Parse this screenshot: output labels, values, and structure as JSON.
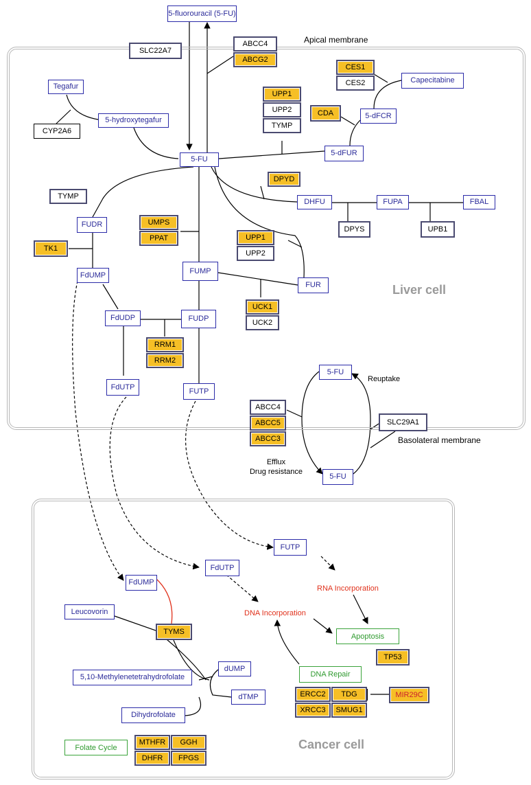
{
  "labels": {
    "apical_membrane": "Apical membrane",
    "basolateral_membrane": "Basolateral membrane",
    "liver_cell": "Liver cell",
    "cancer_cell": "Cancer cell",
    "reuptake": "Reuptake",
    "efflux": "Efflux",
    "drug_resistance": "Drug resistance",
    "rna_incorporation": "RNA Incorporation",
    "dna_incorporation": "DNA Incorporation"
  },
  "metabolites": {
    "fu_top": "5-fluorouracil (5-FU)",
    "tegafur": "Tegafur",
    "hydroxytegafur": "5-hydroxytegafur",
    "fu_center": "5-FU",
    "capecitabine": "Capecitabine",
    "dfcr": "5-dFCR",
    "dfur": "5-dFUR",
    "dhfu": "DHFU",
    "fupa": "FUPA",
    "fbal": "FBAL",
    "fudr": "FUDR",
    "fdump_liver": "FdUMP",
    "fump": "FUMP",
    "fur": "FUR",
    "fdudp": "FdUDP",
    "fudp": "FUDP",
    "fdutp_liver": "FdUTP",
    "futp_liver": "FUTP",
    "fu_reuptake": "5-FU",
    "fu_efflux": "5-FU",
    "futp_cancer": "FUTP",
    "fdutp_cancer": "FdUTP",
    "fdump_cancer": "FdUMP",
    "leucovorin": "Leucovorin",
    "methylene_thf": "5,10-Methylenetetrahydrofolate",
    "dump": "dUMP",
    "dtmp": "dTMP",
    "dihydrofolate": "Dihydrofolate"
  },
  "processes": {
    "apoptosis": "Apoptosis",
    "dna_repair": "DNA Repair",
    "folate_cycle": "Folate Cycle"
  },
  "genes": {
    "slc22a7": "SLC22A7",
    "abcc4_top": "ABCC4",
    "abcg2": "ABCG2",
    "ces1": "CES1",
    "ces2": "CES2",
    "cyp2a6": "CYP2A6",
    "upp1_top": "UPP1",
    "upp2_top": "UPP2",
    "tymp_top": "TYMP",
    "cda": "CDA",
    "dpyd": "DPYD",
    "tymp_left": "TYMP",
    "dpys": "DPYS",
    "upb1": "UPB1",
    "umps": "UMPS",
    "ppat": "PPAT",
    "upp1_mid": "UPP1",
    "upp2_mid": "UPP2",
    "tk1": "TK1",
    "uck1": "UCK1",
    "uck2": "UCK2",
    "rrm1": "RRM1",
    "rrm2": "RRM2",
    "abcc4_bottom": "ABCC4",
    "abcc5": "ABCC5",
    "abcc3": "ABCC3",
    "slc29a1": "SLC29A1",
    "tyms": "TYMS",
    "tp53": "TP53",
    "ercc2": "ERCC2",
    "tdg": "TDG",
    "xrcc3": "XRCC3",
    "smug1": "SMUG1",
    "mir29c": "MIR29C",
    "mthfr": "MTHFR",
    "ggh": "GGH",
    "dhfr": "DHFR",
    "fpgs": "FPGS"
  },
  "colors": {
    "highlight_gene": "#f6bf26",
    "metabolite_border": "#2a2aa8",
    "process_green": "#3aa33a",
    "red_link": "#e0311b",
    "frame_gray": "#b7b7b7"
  }
}
